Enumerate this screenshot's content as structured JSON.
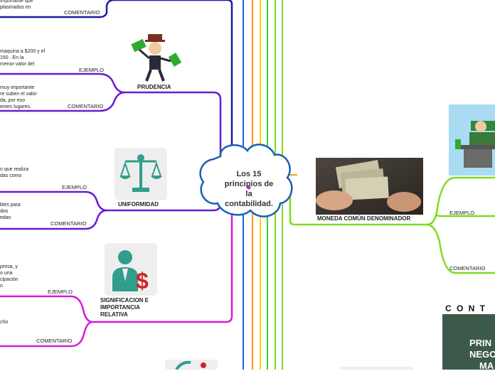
{
  "center": {
    "lines": [
      "Los 15",
      "principios de",
      "la",
      "contabilidad."
    ]
  },
  "nodes": {
    "prudencia": {
      "title": "PRUDENCIA",
      "ejemplo": "EJEMPLO",
      "comentario": "COMENTARIO",
      "ejemplo_text": "maquina a $200 y el\n150 . En la\nmenor valor del",
      "comentario_text": "muy importante\nre suben el valor\nda, por eso\nentes lugares."
    },
    "top": {
      "comentario": "COMENTARIO",
      "text": "importante que\nplasmados en"
    },
    "uniformidad": {
      "title": "UNIFORMIDAD",
      "ejemplo": "EJEMPLO",
      "comentario": "COMENTARIO",
      "ejemplo_text": "o que realiza\ndas como",
      "comentario_text": "bles para\ndos\nedan"
    },
    "significacion": {
      "title_lines": [
        "SIGNIFICACION E",
        "IMPORTANCIA",
        "RELATIVA"
      ],
      "ejemplo": "EJEMPLO",
      "comentario": "COMENTARIO",
      "ejemplo_text": "presa, y\no una\ncipación\no",
      "comentario_text": "cho"
    },
    "moneda": {
      "title": "MONEDA COMÚN DENOMINADOR",
      "ejemplo": "EJEMPLO",
      "comentario": "COMENTARIO"
    }
  },
  "right_image_text": {
    "line1": "C O N T",
    "line2": "PRIN",
    "line3": "NEGO",
    "line4": "MA"
  },
  "colors": {
    "navy": "#1a1aa6",
    "purple": "#6a1bd6",
    "magenta": "#d61bd6",
    "lime": "#7ddc1f",
    "orange": "#ff9900",
    "yellow": "#ffd200",
    "green": "#36d12e",
    "blue": "#1e63e6",
    "cloud": "#1a5fb4",
    "scale_green": "#2f9e8a"
  },
  "icons": [
    "money-man-icon",
    "scale-icon",
    "person-dollar-icon",
    "money-photo",
    "cashier-icon",
    "book-cover-image"
  ]
}
